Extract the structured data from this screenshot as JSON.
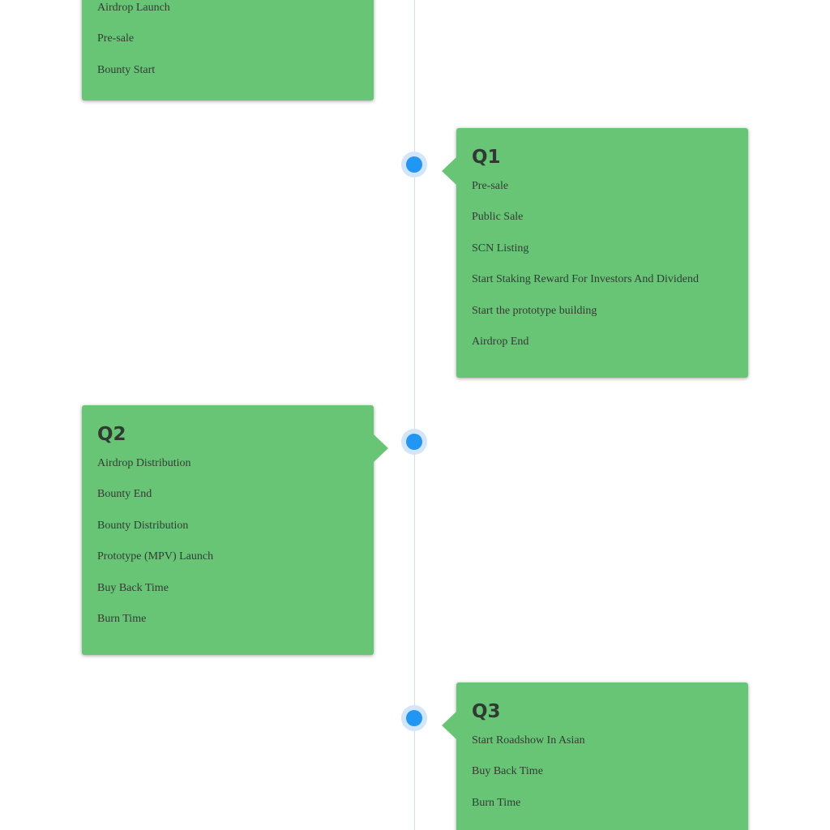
{
  "timeline": {
    "accent_color": "#2196f3",
    "card_color": "#69c576",
    "sections": [
      {
        "title": "",
        "items": [
          "Airdrop Launch",
          "Pre-sale",
          "Bounty Start"
        ]
      },
      {
        "title": "Q1",
        "items": [
          "Pre-sale",
          "Public Sale",
          "SCN Listing",
          "Start Staking Reward For Investors And Dividend",
          "Start the prototype building",
          "Airdrop End"
        ]
      },
      {
        "title": "Q2",
        "items": [
          "Airdrop Distribution",
          "Bounty End",
          "Bounty Distribution",
          "Prototype (MPV) Launch",
          "Buy Back Time",
          "Burn Time"
        ]
      },
      {
        "title": "Q3",
        "items": [
          "Start Roadshow In Asian",
          "Buy Back Time",
          "Burn Time"
        ]
      }
    ]
  }
}
